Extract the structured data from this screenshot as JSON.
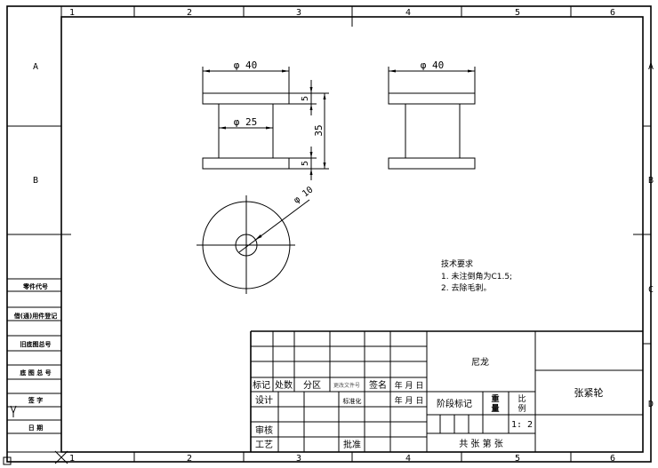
{
  "frame": {
    "column_labels": [
      "1",
      "2",
      "3",
      "4",
      "5",
      "6"
    ],
    "row_labels": [
      "A",
      "B",
      "C",
      "D"
    ]
  },
  "left_strip": {
    "labels": [
      "零件代号",
      "借(通)用件登记",
      "旧底图总号",
      "底 图 总 号",
      "签   字",
      "日   期"
    ]
  },
  "views": {
    "front": {
      "outer_diameter": "φ 40",
      "hub_diameter": "φ 25",
      "flange_top": "5",
      "flange_bottom": "5",
      "overall_height": "35"
    },
    "side": {
      "outer_diameter": "φ 40"
    },
    "top": {
      "bore_diameter": "φ 10"
    }
  },
  "tech_requirements": {
    "title": "技术要求",
    "items": [
      "1. 未注倒角为C1.5;",
      "2. 去除毛刺。"
    ]
  },
  "title_block": {
    "rev_headers": [
      "标记",
      "处数",
      "分区",
      "更改文件号",
      "签名",
      "年 月 日"
    ],
    "design": "设计",
    "standardization": "标准化",
    "date": "年 月 日",
    "review": "审核",
    "process": "工艺",
    "approve": "批准",
    "material": "尼龙",
    "stage_mark": "阶段标记",
    "weight": "重量",
    "scale_label": "比例",
    "scale_value": "1: 2",
    "sheets": "共   张 第   张",
    "part_name": "张紧轮"
  }
}
